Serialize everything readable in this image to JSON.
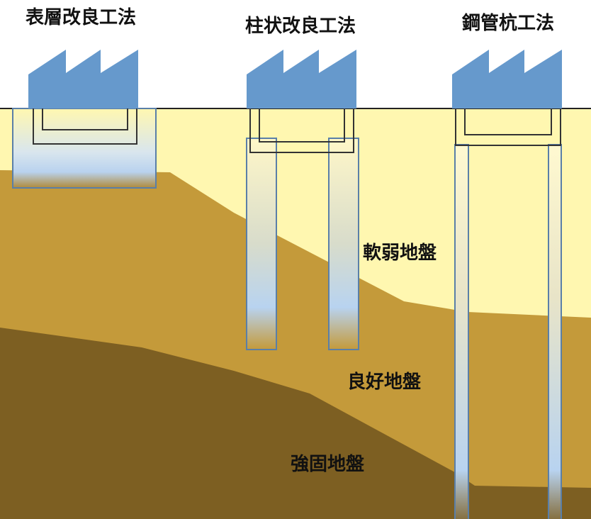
{
  "methods": [
    {
      "label": "表層改良工法"
    },
    {
      "label": "柱状改良工法"
    },
    {
      "label": "鋼管杭工法"
    }
  ],
  "layers": [
    {
      "label": "軟弱地盤",
      "color": "#FFF7B0"
    },
    {
      "label": "良好地盤",
      "color": "#C49A3A"
    },
    {
      "label": "強固地盤",
      "color": "#7D5F22"
    }
  ],
  "colors": {
    "building": "#6699CC",
    "outline": "#5A7FA8"
  }
}
